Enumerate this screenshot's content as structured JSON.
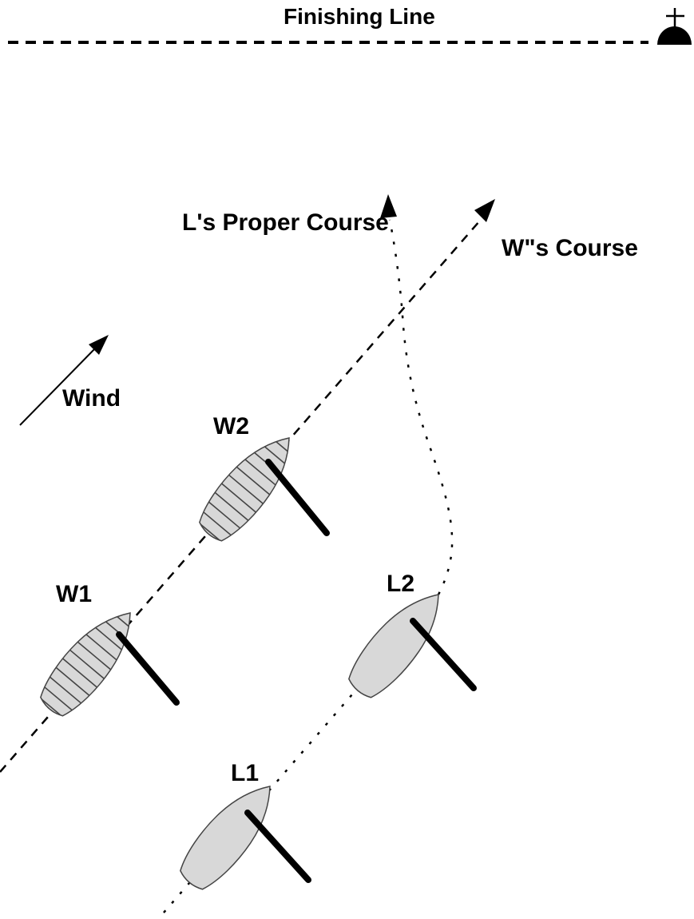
{
  "diagram": {
    "finish": {
      "label": "Finishing Line",
      "mark": "finish-mark-buoy-with-cross"
    },
    "courses": {
      "l_proper_course_label": "L's Proper Course",
      "w_course_label": "W\"s Course",
      "l_course_style": "dotted",
      "w_course_style": "dashed"
    },
    "wind": {
      "label": "Wind"
    },
    "boats": [
      {
        "label": "W2",
        "hatched": true
      },
      {
        "label": "W1",
        "hatched": true
      },
      {
        "label": "L2",
        "hatched": false
      },
      {
        "label": "L1",
        "hatched": false
      }
    ],
    "colors": {
      "ink": "#000000",
      "hull_fill": "#d8d8d8",
      "hull_stroke": "#444444",
      "background": "#ffffff"
    }
  }
}
